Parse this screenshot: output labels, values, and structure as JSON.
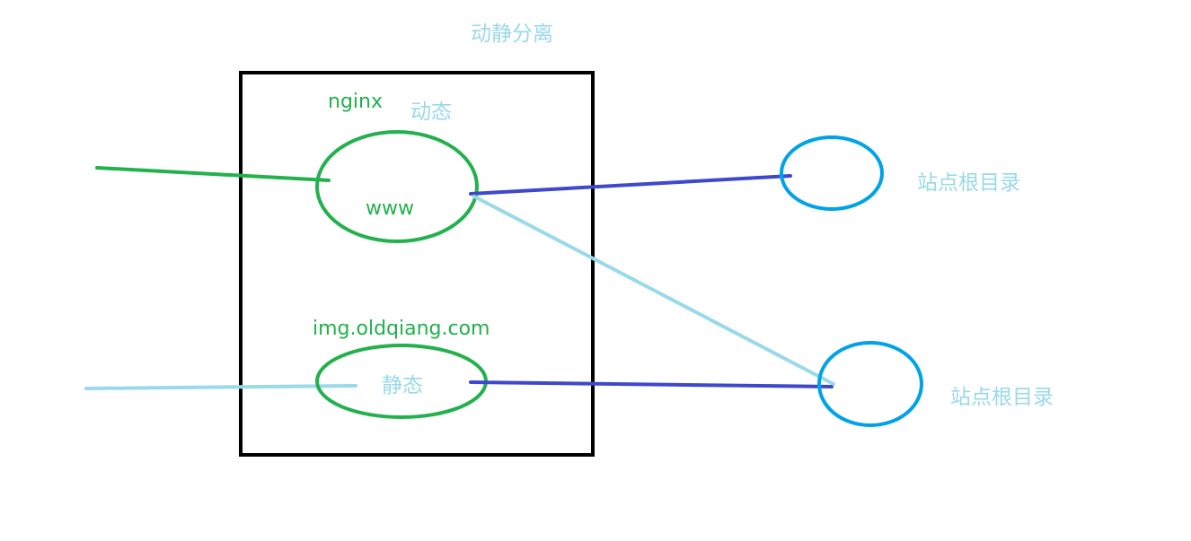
{
  "colors": {
    "background": "#ffffff",
    "frame": "#000000",
    "green": "#22b14c",
    "light_blue": "#99d9ea",
    "dark_blue": "#3f48cc",
    "sky_blue": "#00a2e8"
  },
  "labels": {
    "title": "动静分离",
    "nginx": "nginx",
    "dynamic": "动态",
    "www": "www",
    "img_domain": "img.oldqiang.com",
    "static": "静态",
    "site_root_1": "站点根目录",
    "site_root_2": "站点根目录"
  }
}
